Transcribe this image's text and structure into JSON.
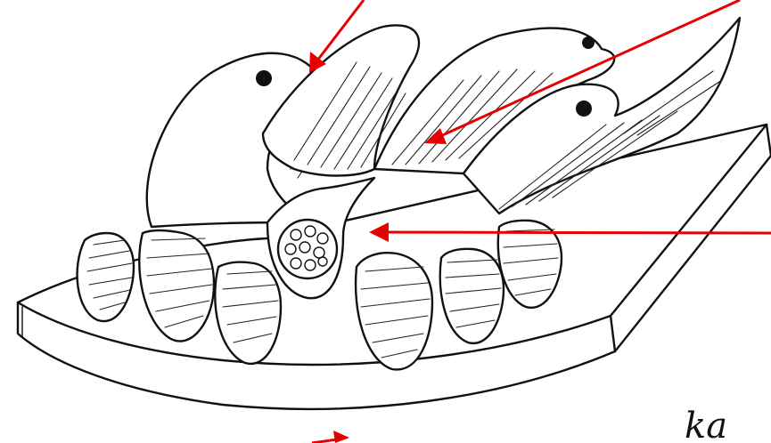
{
  "figure": {
    "type": "anatomical line drawing",
    "signature_initials": "ka",
    "arrow_color": "#e60000",
    "arrows": [
      {
        "id": "arrow-1"
      },
      {
        "id": "arrow-2"
      },
      {
        "id": "arrow-3"
      },
      {
        "id": "arrow-4"
      }
    ]
  }
}
